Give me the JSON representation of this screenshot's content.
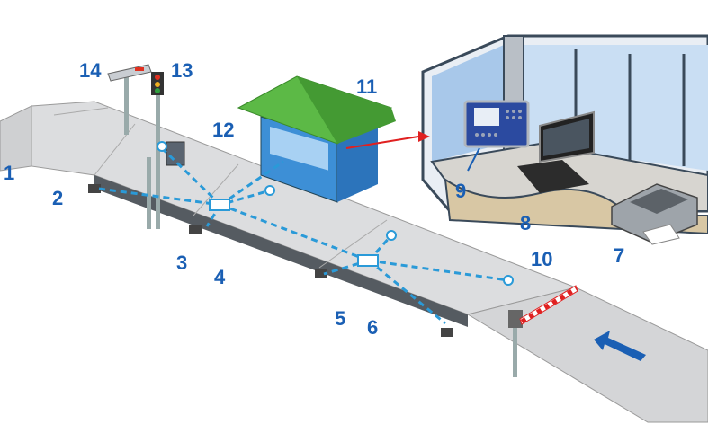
{
  "diagram": {
    "title": "Truck scale weighing system",
    "labels": {
      "l1": "1",
      "l2": "2",
      "l3": "3",
      "l4": "4",
      "l5": "5",
      "l6": "6",
      "l7": "7",
      "l8": "8",
      "l9": "9",
      "l10": "10",
      "l11": "11",
      "l12": "12",
      "l13": "13",
      "l14": "14"
    },
    "colors": {
      "label": "#1a5fb4",
      "cable": "#2a9ad8",
      "roof": "#5cb946",
      "booth": "#3d8fd6",
      "deck": "#d9dadb",
      "arrow": "#1a5fb4",
      "barrier_red": "#e02020"
    }
  }
}
